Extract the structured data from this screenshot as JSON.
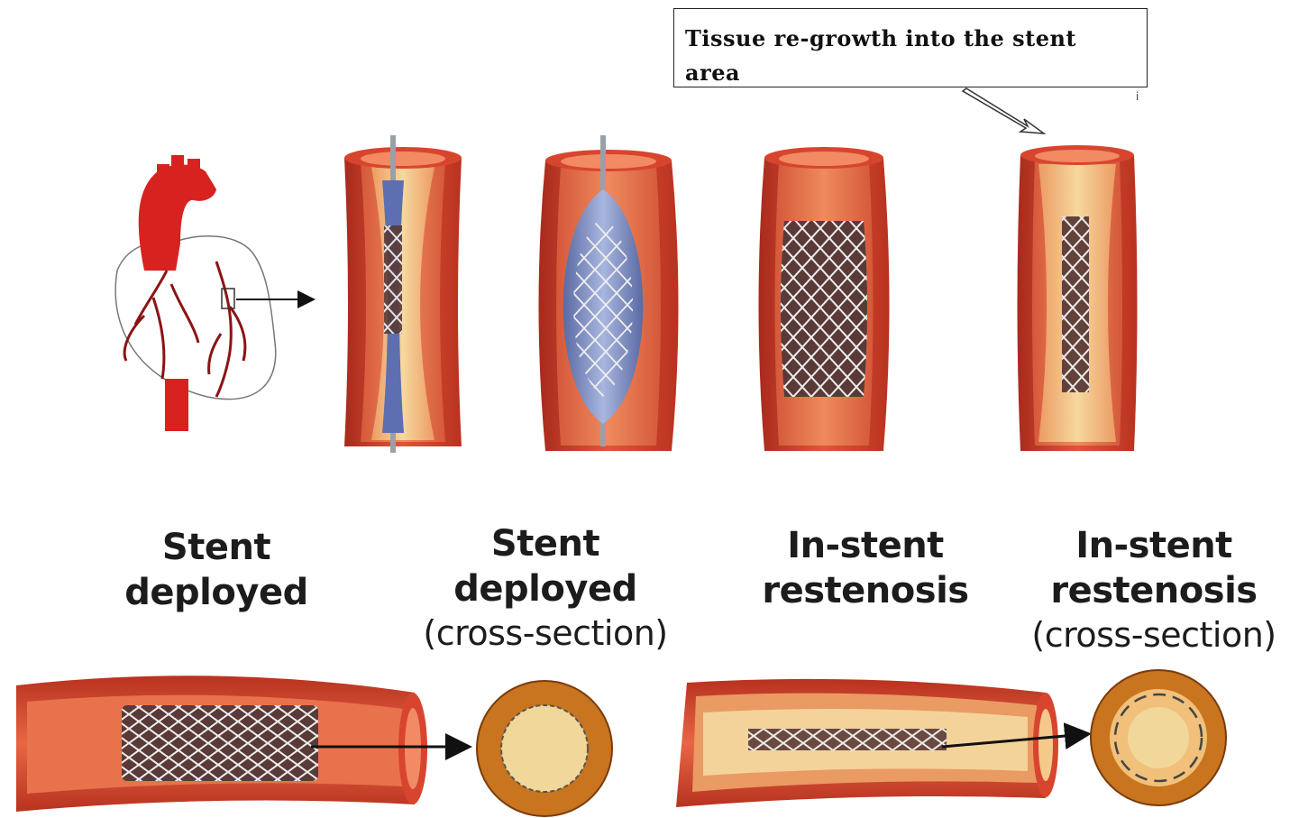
{
  "callout": {
    "text": "Tissue re-growth into the stent area"
  },
  "stray_mark": "i",
  "labels": [
    {
      "line1": "Stent",
      "line2": "deployed",
      "line3": ""
    },
    {
      "line1": "Stent",
      "line2": "deployed",
      "line3": "(cross-section)"
    },
    {
      "line1": "In-stent",
      "line2": "restenosis",
      "line3": ""
    },
    {
      "line1": "In-stent",
      "line2": "restenosis",
      "line3": "(cross-section)"
    }
  ],
  "colors": {
    "vessel_wall": "#c8402c",
    "vessel_inner": "#e2704a",
    "plaque": "#f2c98a",
    "balloon": "#7f91c4",
    "stent_mesh": "#e8e8e8",
    "heart": "#d8221f",
    "artery_branch": "#8a1414",
    "cross_section_outer": "#c9741e",
    "cross_section_inner": "#f1d79a"
  },
  "icons": [
    "heart-illustration",
    "pointer-arrow",
    "callout-arrow"
  ]
}
